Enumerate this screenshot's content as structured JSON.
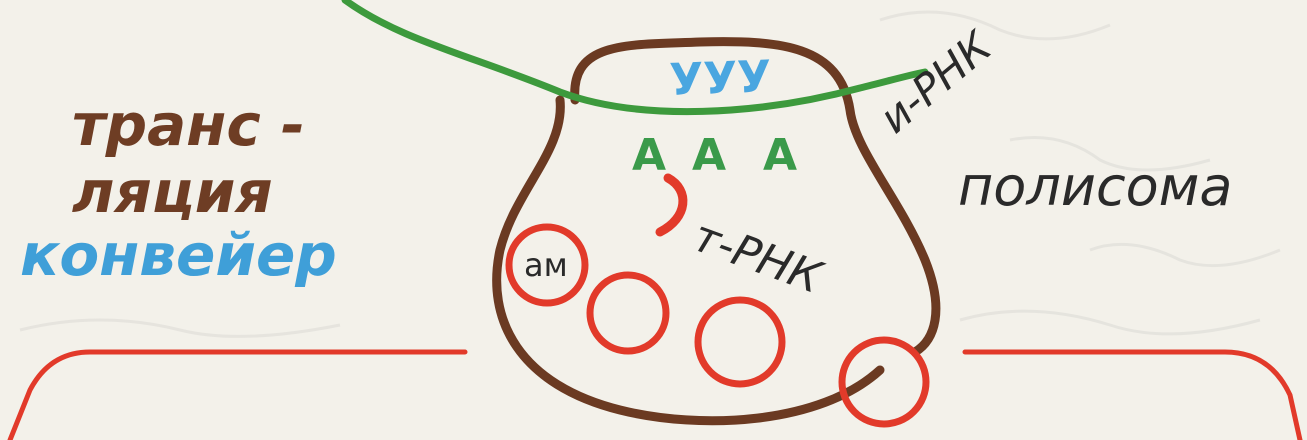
{
  "labels": {
    "translation_line1": "транс -",
    "translation_line2": "ляция",
    "conveyor": "конвейер",
    "polysome": "полисома",
    "mrna": "и-РНК",
    "trna": "т-РНК",
    "amino_acid": "ам",
    "codon": "УУУ",
    "anticodon_1": "А",
    "anticodon_2": "А",
    "anticodon_3": "А"
  },
  "colors": {
    "background": "#f3f1ea",
    "ribosome": "#6b3a22",
    "mrna_strand": "#3d9a3d",
    "circles": "#e23a2a",
    "codon": "#4aa6e0",
    "anticodon": "#3a9a4a",
    "translation_text": "#6e3d24",
    "conveyor_text": "#3f9fd8"
  }
}
